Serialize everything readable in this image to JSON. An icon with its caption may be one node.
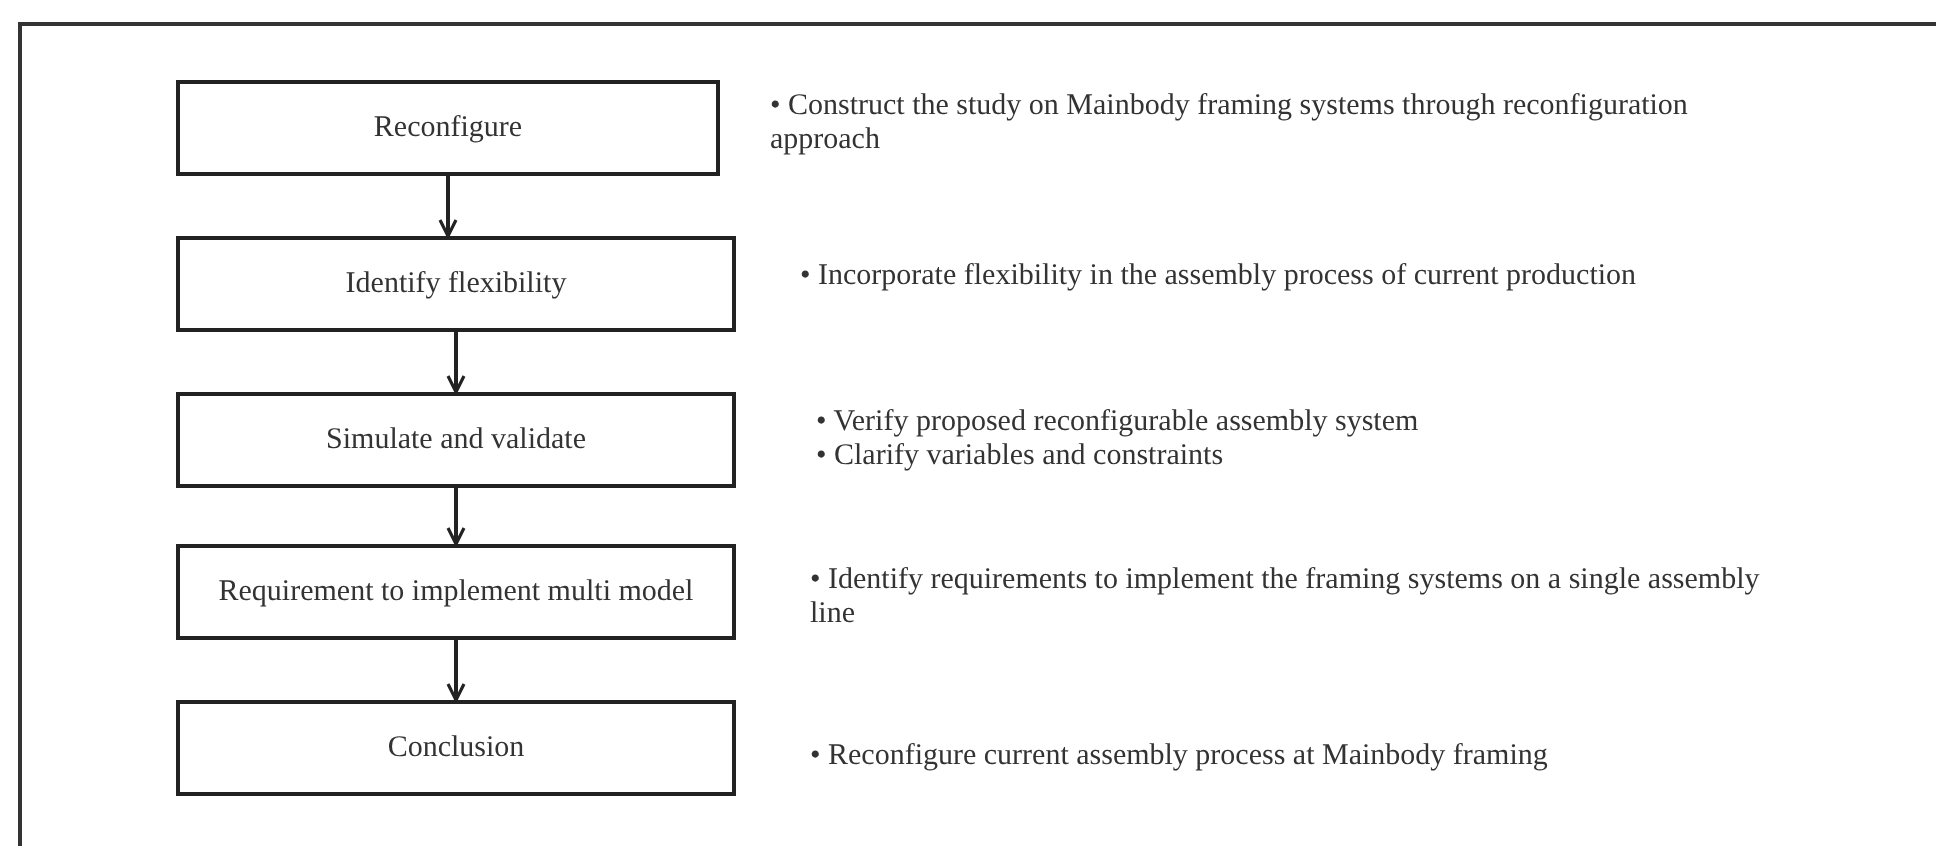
{
  "diagram": {
    "nodes": [
      {
        "text": [
          "Reconfigure"
        ],
        "beside": [
          "• Construct the study on Mainbody framing systems through reconfiguration approach"
        ]
      },
      {
        "text": [
          "Identify flexibility"
        ],
        "beside": [
          "• Incorporate flexibility in the assembly process of current production"
        ]
      },
      {
        "text": [
          "Simulate and validate"
        ],
        "beside": [
          "• Verify proposed reconfigurable assembly system",
          "• Clarify variables and constraints"
        ]
      },
      {
        "text": [
          "Requirement to implement multi model"
        ],
        "beside": [
          "• Identify requirements to implement the framing systems on a single assembly line"
        ]
      },
      {
        "text": [
          "Conclusion"
        ],
        "beside": [
          "• Reconfigure current assembly process at Mainbody framing"
        ]
      }
    ],
    "edges": [
      {
        "from": 0,
        "to": 1,
        "arrow": "to"
      },
      {
        "from": 1,
        "to": 2,
        "arrow": "to"
      },
      {
        "from": 2,
        "to": 3,
        "arrow": "to"
      },
      {
        "from": 3,
        "to": 4,
        "arrow": "to"
      }
    ]
  }
}
